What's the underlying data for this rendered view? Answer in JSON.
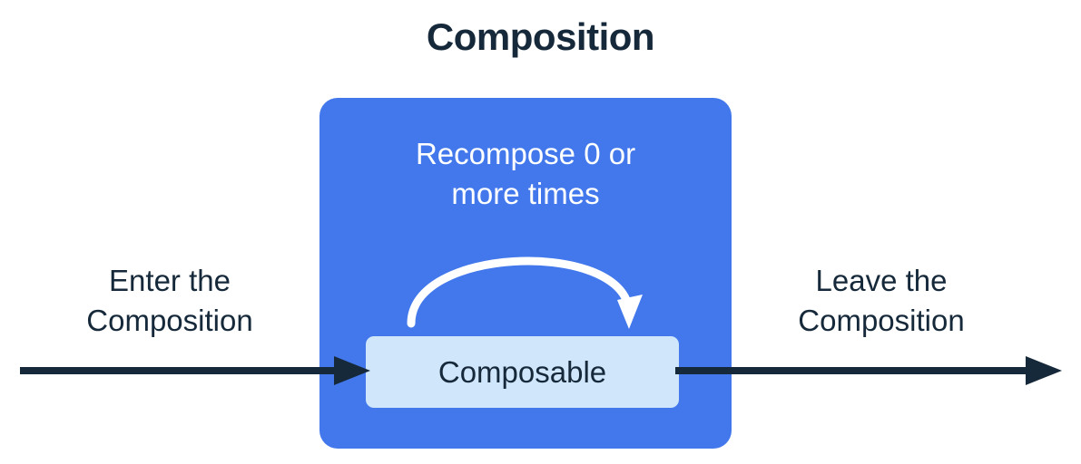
{
  "diagram": {
    "title": "Composition",
    "colors": {
      "background": "#ffffff",
      "composition_fill": "#4278ec",
      "composable_fill": "#d0e6fa",
      "text_dark": "#16293a",
      "text_light": "#ffffff",
      "arrow_dark": "#16293a",
      "arrow_light": "#ffffff"
    },
    "composition_box": {
      "recompose_label_line1": "Recompose 0 or",
      "recompose_label_line2": "more times",
      "recompose_arrow_icon": "curved-loop-arrow-icon"
    },
    "composable_node": {
      "label": "Composable"
    },
    "enter": {
      "caption_line1": "Enter the",
      "caption_line2": "Composition",
      "arrow_icon": "right-arrow-icon"
    },
    "leave": {
      "caption_line1": "Leave the",
      "caption_line2": "Composition",
      "arrow_icon": "right-arrow-icon"
    }
  }
}
